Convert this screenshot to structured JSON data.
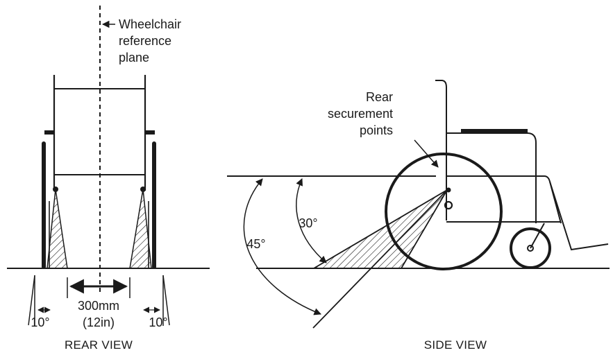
{
  "rear_view": {
    "reference_label": [
      "Wheelchair",
      "reference",
      "plane"
    ],
    "width_label": [
      "300mm",
      "(12in)"
    ],
    "left_angle": "10°",
    "right_angle": "10°",
    "caption": "REAR VIEW"
  },
  "side_view": {
    "points_label": [
      "Rear",
      "securement",
      "points"
    ],
    "angle_min": "30°",
    "angle_max": "45°",
    "caption": "SIDE VIEW"
  },
  "colors": {
    "line": "#1a1a1a",
    "background": "#ffffff"
  }
}
